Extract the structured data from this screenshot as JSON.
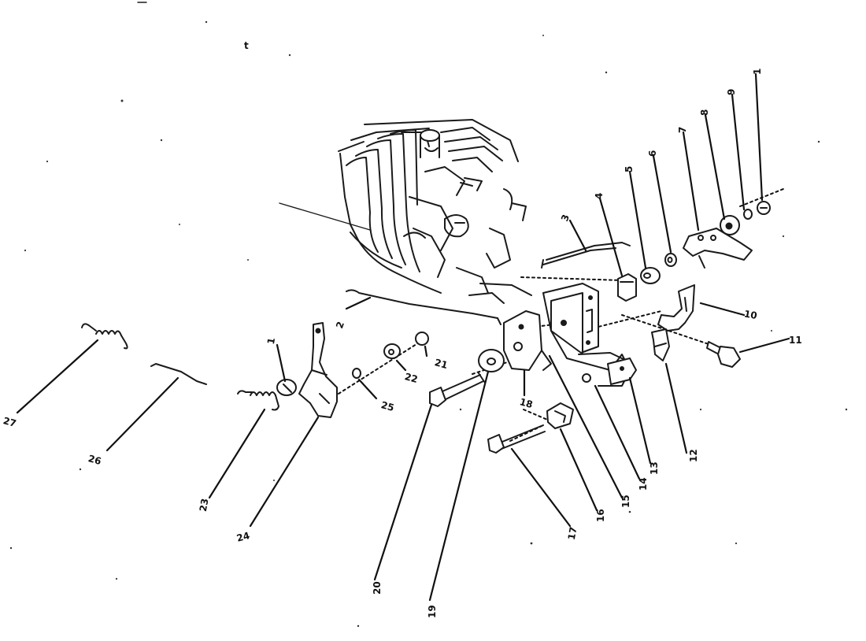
{
  "diagram": {
    "stray_mark": "t",
    "callouts": [
      {
        "id": "c1a",
        "text": "1"
      },
      {
        "id": "c9",
        "text": "9"
      },
      {
        "id": "c8",
        "text": "8"
      },
      {
        "id": "c7",
        "text": "7"
      },
      {
        "id": "c6",
        "text": "6"
      },
      {
        "id": "c5",
        "text": "5"
      },
      {
        "id": "c4",
        "text": "4"
      },
      {
        "id": "c3",
        "text": "3"
      },
      {
        "id": "c2",
        "text": "2"
      },
      {
        "id": "c10",
        "text": "10"
      },
      {
        "id": "c11",
        "text": "11"
      },
      {
        "id": "c12",
        "text": "12"
      },
      {
        "id": "c13",
        "text": "13"
      },
      {
        "id": "c14",
        "text": "14"
      },
      {
        "id": "c15",
        "text": "15"
      },
      {
        "id": "c16",
        "text": "16"
      },
      {
        "id": "c17",
        "text": "17"
      },
      {
        "id": "c18",
        "text": "18"
      },
      {
        "id": "c19",
        "text": "19"
      },
      {
        "id": "c20",
        "text": "20"
      },
      {
        "id": "c21",
        "text": "21"
      },
      {
        "id": "c22",
        "text": "22"
      },
      {
        "id": "c23",
        "text": "23"
      },
      {
        "id": "c24",
        "text": "24"
      },
      {
        "id": "c25",
        "text": "25"
      },
      {
        "id": "c26",
        "text": "26"
      },
      {
        "id": "c27",
        "text": "27"
      },
      {
        "id": "c1b",
        "text": "1"
      }
    ]
  }
}
